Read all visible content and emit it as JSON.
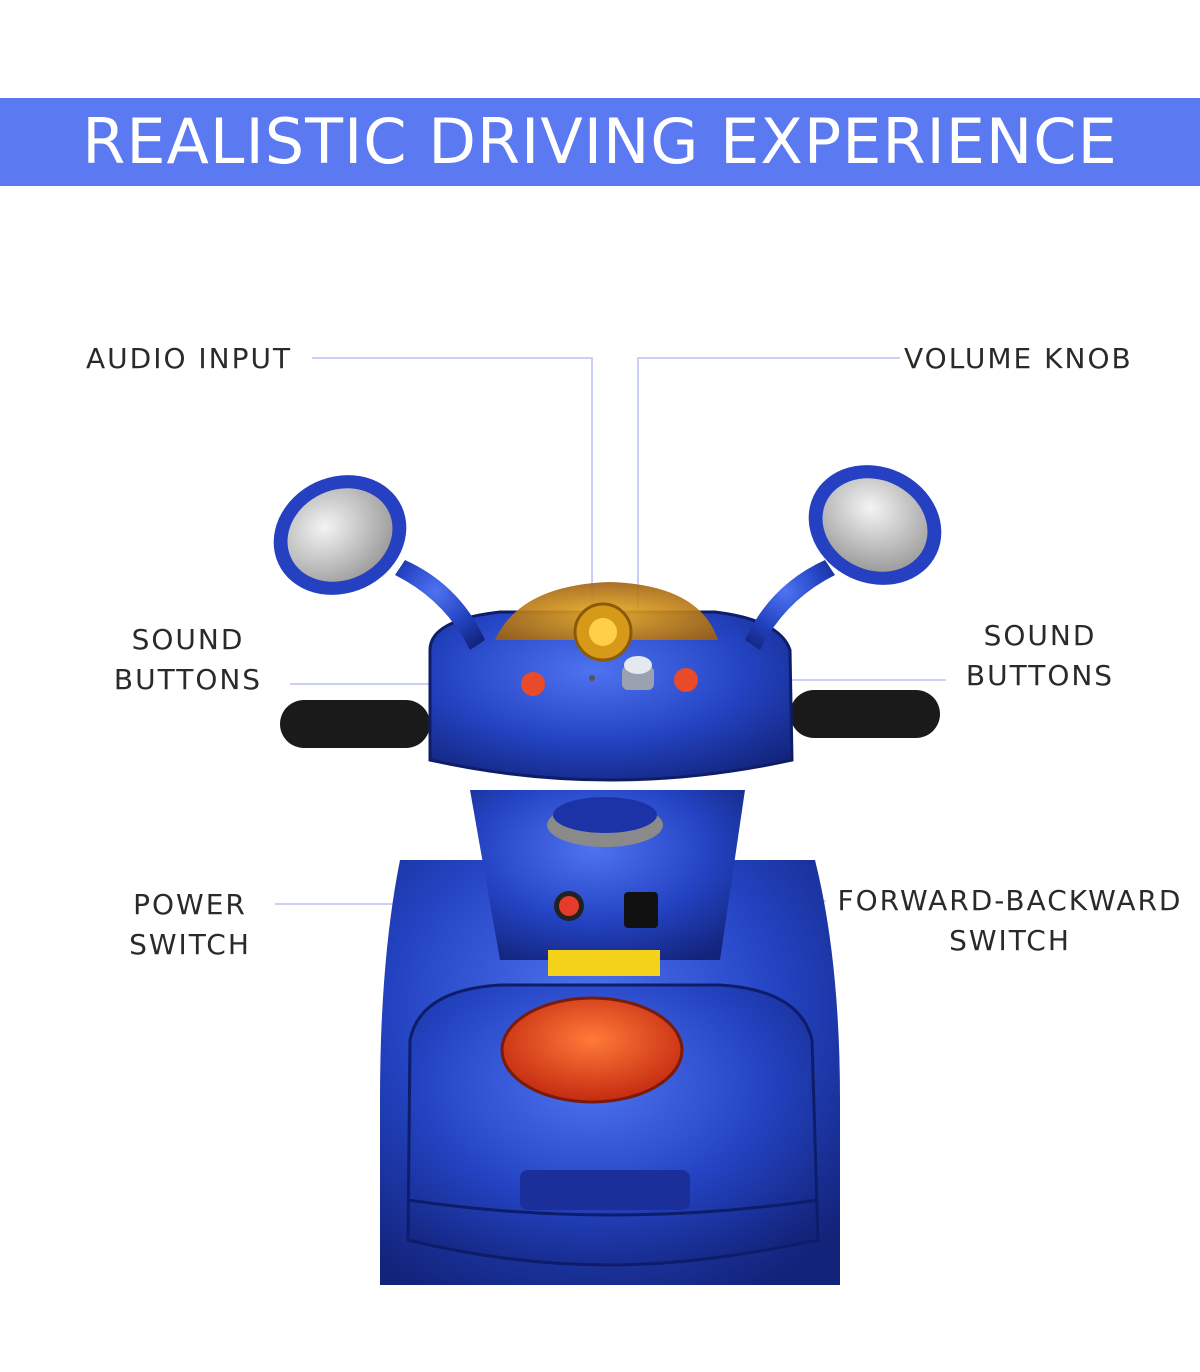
{
  "banner": {
    "title": "REALISTIC DRIVING EXPERIENCE"
  },
  "callouts": {
    "audio_input": "AUDIO INPUT",
    "volume_knob": "VOLUME KNOB",
    "sound_buttons_left": [
      "SOUND",
      "BUTTONS"
    ],
    "sound_buttons_right": [
      "SOUND",
      "BUTTONS"
    ],
    "power_switch": [
      "POWER",
      "SWITCH"
    ],
    "forward_backward_switch": [
      "FORWARD-BACKWARD",
      "SWITCH"
    ]
  },
  "colors": {
    "banner": "#5b79f1",
    "scooter_body": "#1f3fbf",
    "leader_line": "#c9cff8",
    "sound_button": "#e84a2a",
    "tail_light": "#e8471f"
  }
}
